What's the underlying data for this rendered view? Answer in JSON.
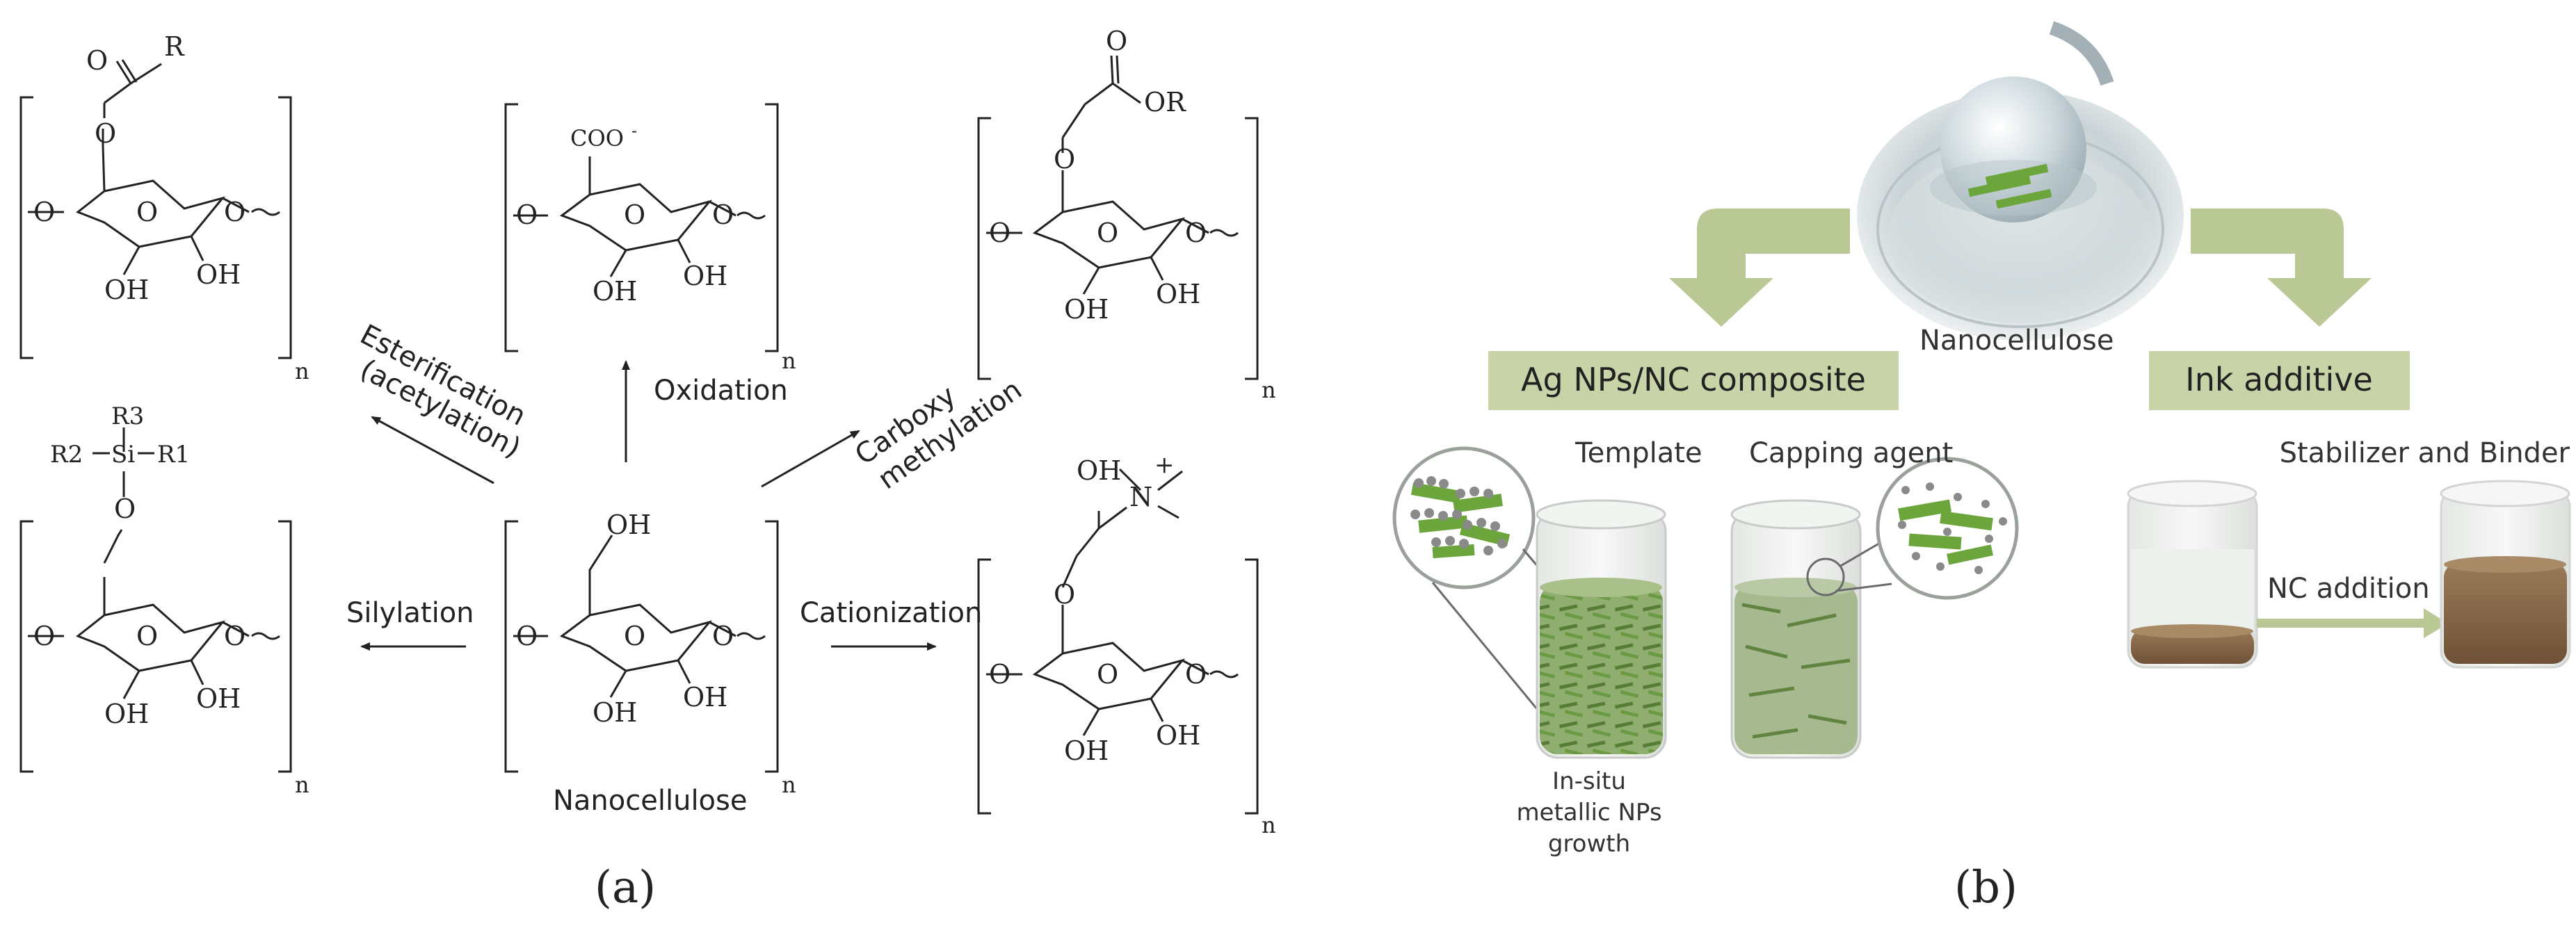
{
  "panel_a": {
    "caption": "(a)",
    "center_label": "Nanocellulose",
    "reactions": {
      "esterification_line1": "Esterification",
      "esterification_line2": "(acetylation)",
      "oxidation": "Oxidation",
      "carboxy_line1": "Carboxy",
      "carboxy_line2": "methylation",
      "silylation": "Silylation",
      "cationization": "Cationization"
    },
    "atoms": {
      "O": "O",
      "OH": "OH",
      "R": "R",
      "OR": "OR",
      "coo": "COO",
      "minus": "-",
      "R1": "R1",
      "R2": "R2",
      "R3": "R3",
      "Si": "Si",
      "N": "N",
      "plus": "+",
      "n": "n"
    }
  },
  "panel_b": {
    "caption": "(b)",
    "nanocellulose_label": "Nanocellulose",
    "ag_composite_label": "Ag NPs/NC composite",
    "ink_additive_label": "Ink additive",
    "template_label": "Template",
    "capping_label": "Capping agent",
    "insitu_line1": "In-situ",
    "insitu_line2": "metallic NPs",
    "insitu_line3": "growth",
    "stabilizer_label": "Stabilizer and Binder",
    "nc_addition_label": "NC addition",
    "colors": {
      "label_box": "#c9d3a8",
      "arrow": "#b9c894",
      "fiber": "#6ba53c",
      "particle": "#8a8a8a",
      "ink": "#8b6a4a"
    }
  }
}
